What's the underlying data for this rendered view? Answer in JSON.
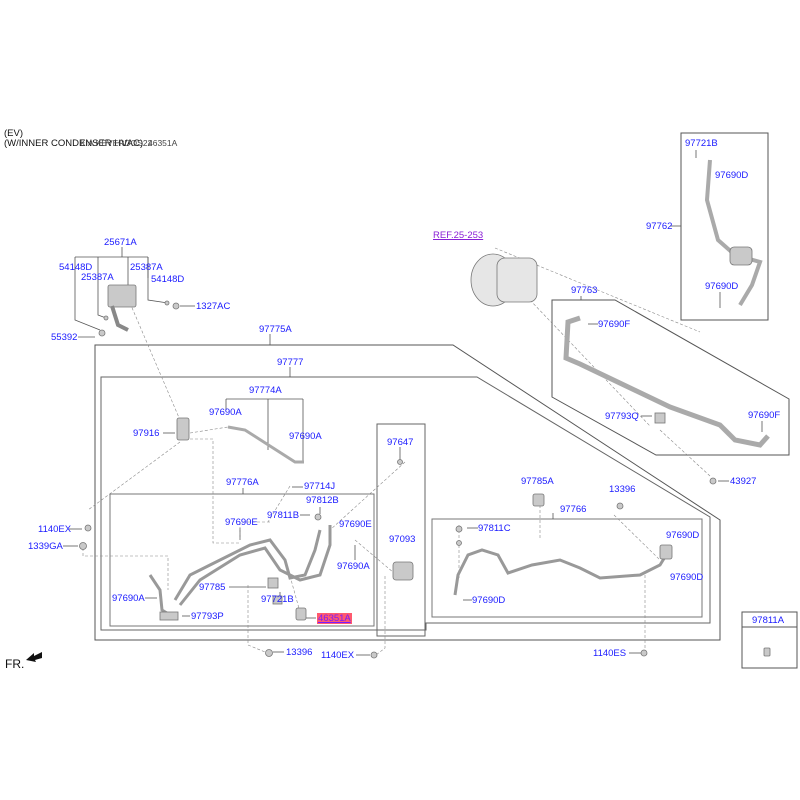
{
  "header": {
    "line1": "(EV)",
    "line2": "(W/INNER CONDENSER  HVAC)",
    "overlay_code": "KIA KEVERDOS22",
    "overlay_part": "46351A"
  },
  "direction": {
    "label": "FR."
  },
  "reference": {
    "label": "REF.25-253"
  },
  "highlight_color": "#ff5a6e",
  "label_color": "#1a1aff",
  "ref_color": "#8a1fd6",
  "callouts": {
    "p25671A": "25671A",
    "p54148D_l": "54148D",
    "p25387A_l": "25387A",
    "p25387A_r": "25387A",
    "p54148D_r": "54148D",
    "p1327AC": "1327AC",
    "p55392": "55392",
    "p97775A": "97775A",
    "p97777": "97777",
    "p97774A": "97774A",
    "p97690A_1": "97690A",
    "p97690A_2": "97690A",
    "p97916": "97916",
    "p97647": "97647",
    "p97776A": "97776A",
    "p97714J": "97714J",
    "p97812B": "97812B",
    "p97811B": "97811B",
    "p97690E_1": "97690E",
    "p97690E_2": "97690E",
    "p97690A_3": "97690A",
    "p97093": "97093",
    "p97785": "97785",
    "p97721B_1": "97721B",
    "p97690A_4": "97690A",
    "p97793P": "97793P",
    "p46351A": "46351A",
    "p1140EX_1": "1140EX",
    "p1339GA": "1339GA",
    "p13396_1": "13396",
    "p1140EX_2": "1140EX",
    "p97721B_2": "97721B",
    "p97690D_1": "97690D",
    "p97762": "97762",
    "p97690D_2": "97690D",
    "p97763": "97763",
    "p97690F_1": "97690F",
    "p97793Q": "97793Q",
    "p97690F_2": "97690F",
    "p43927": "43927",
    "p97785A": "97785A",
    "p13396_2": "13396",
    "p97766": "97766",
    "p97811C": "97811C",
    "p97690D_3": "97690D",
    "p97690D_4": "97690D",
    "p97690D_5": "97690D",
    "p1140ES": "1140ES",
    "p97811A": "97811A"
  }
}
